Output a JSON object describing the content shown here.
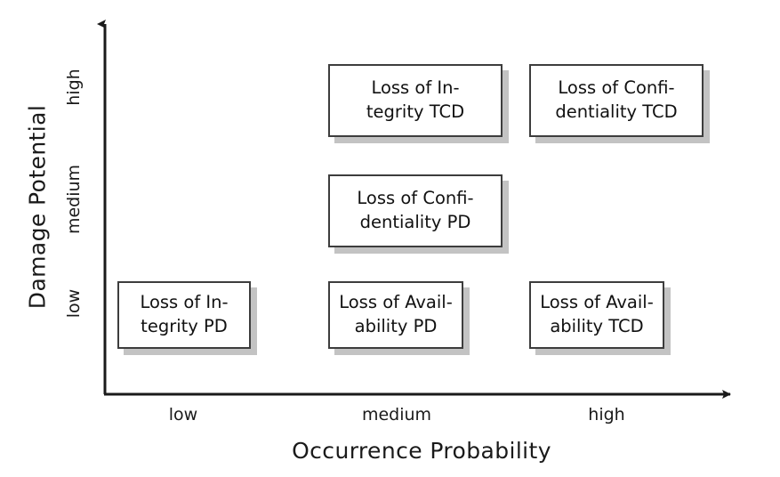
{
  "chart_data": {
    "type": "scatter",
    "title": "",
    "xlabel": "Occurrence Probability",
    "ylabel": "Damage Potential",
    "x_categories": [
      "low",
      "medium",
      "high"
    ],
    "y_categories": [
      "low",
      "medium",
      "high"
    ],
    "grid": false,
    "legend": "none",
    "items": [
      {
        "label": "Loss of In-\ntegrity TCD",
        "x": "medium",
        "y": "high"
      },
      {
        "label": "Loss of Confi-\ndentiality TCD",
        "x": "high",
        "y": "high"
      },
      {
        "label": "Loss of Confi-\ndentiality PD",
        "x": "medium",
        "y": "medium"
      },
      {
        "label": "Loss of In-\ntegrity PD",
        "x": "low",
        "y": "low"
      },
      {
        "label": "Loss of Avail-\nability PD",
        "x": "medium",
        "y": "low"
      },
      {
        "label": "Loss of Avail-\nability TCD",
        "x": "high",
        "y": "low"
      }
    ]
  },
  "axes": {
    "y_title": "Damage Potential",
    "x_title": "Occurrence Probability",
    "y_ticks": [
      {
        "label": "high"
      },
      {
        "label": "medium"
      },
      {
        "label": "low"
      }
    ],
    "x_ticks": [
      {
        "label": "low"
      },
      {
        "label": "medium"
      },
      {
        "label": "high"
      }
    ]
  },
  "colors": {
    "axis": "#1a1a1a",
    "box_border": "#3d3d3d",
    "box_fill": "#ffffff",
    "box_shadow": "#c3c3c3",
    "text": "#111111",
    "background": "#ffffff"
  }
}
